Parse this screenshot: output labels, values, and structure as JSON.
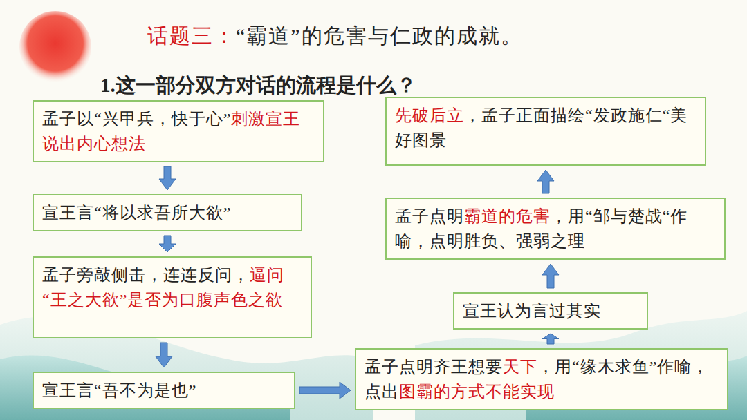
{
  "diagram": {
    "title": "“霸道”的危害与仁政的成就。",
    "nodes": [
      {
        "text": [
          "孟子以“兴甲兵，快于心”",
          "刺激宣王说出内心想法"
        ]
      },
      {
        "text": [
          "宣王言“将以求吾所大欲”"
        ]
      },
      {
        "text": [
          "孟子旁敲侧击，连连反问，",
          "逼问“王之大欲”是否为口腹声色之欲"
        ]
      },
      {
        "text": [
          "宣王言“吾不为是也”"
        ]
      },
      {
        "text": [
          "孟子点明齐王想要",
          "天下",
          "，用“缘木求鱼”作喻，点出",
          "图霸的方式不能实现"
        ]
      },
      {
        "text": [
          "宣王认为言过其实"
        ]
      },
      {
        "text": [
          "孟子点明",
          "霸道的危害",
          "，用“邹与楚战“作喻，点明胜负、强弱之理"
        ]
      },
      {
        "text": [
          "先破后立",
          "，孟子正面描绘“发政施仁“美好图景"
        ]
      }
    ],
    "edges": [
      {
        "from": 0,
        "to": 1,
        "arrow": "to"
      },
      {
        "from": 1,
        "to": 2,
        "arrow": "to"
      },
      {
        "from": 2,
        "to": 3,
        "arrow": "to"
      },
      {
        "from": 3,
        "to": 4,
        "arrow": "to"
      },
      {
        "from": 4,
        "to": 5,
        "arrow": "to"
      },
      {
        "from": 5,
        "to": 6,
        "arrow": "to"
      },
      {
        "from": 6,
        "to": 7,
        "arrow": "to"
      }
    ],
    "labels": [
      "话题三：",
      "1.这一部分双方对话的流程是什么？"
    ]
  }
}
